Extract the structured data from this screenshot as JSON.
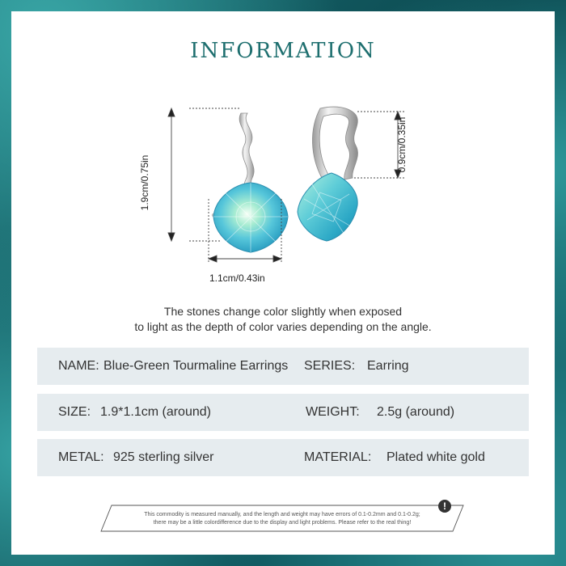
{
  "title": "INFORMATION",
  "dimensions": {
    "height": "1.9cm/0.75in",
    "width": "1.1cm/0.43in",
    "hoop": "0.9cm/0.35in"
  },
  "description": {
    "line1": "The stones change color slightly when exposed",
    "line2": "to light as the depth of color varies depending on the angle."
  },
  "specs": [
    {
      "label1": "NAME:",
      "value1": "Blue-Green Tourmaline Earrings",
      "label2": "SERIES:",
      "value2": "Earring"
    },
    {
      "label1": "SIZE:",
      "value1": "1.9*1.1cm (around)",
      "label2": "WEIGHT:",
      "value2": "2.5g (around)"
    },
    {
      "label1": "METAL:",
      "value1": "925 sterling silver",
      "label2": "MATERIAL:",
      "value2": "Plated white gold"
    }
  ],
  "notice": {
    "line1": "This commodity is measured manually, and the length and weight may have errors of 0.1-0.2mm and 0.1-0.2g;",
    "line2": "there may be a little colordifference due to the display and light problems. Please refer to the real thing!",
    "icon": "exclamation-icon"
  },
  "colors": {
    "accent": "#1e6f6f",
    "spec_bg": "#e6ecef",
    "background": "#0d4f55"
  }
}
